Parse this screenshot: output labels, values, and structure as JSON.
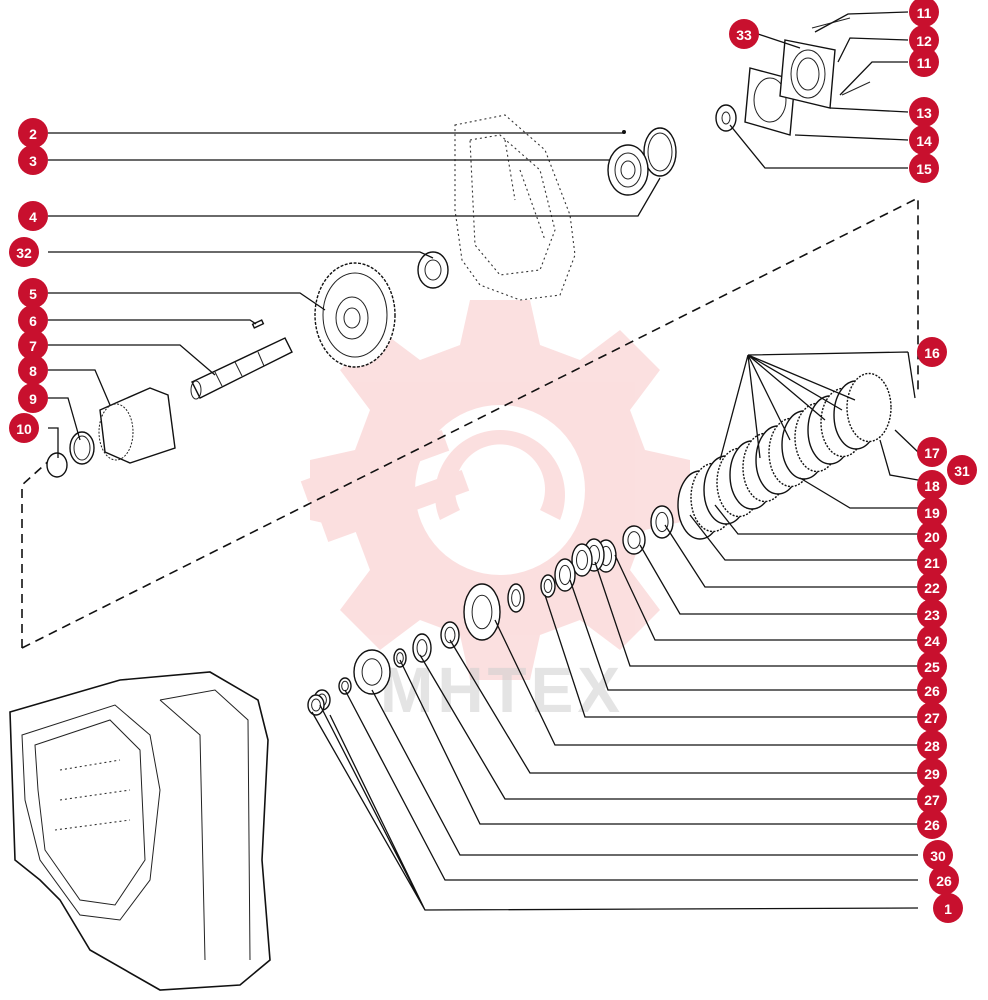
{
  "watermark": {
    "text": "MHTEX",
    "color": "#f4a6a6"
  },
  "badge_color": "#c8102e",
  "callouts": [
    {
      "id": "c33",
      "label": "33"
    },
    {
      "id": "c11a",
      "label": "11"
    },
    {
      "id": "c12",
      "label": "12"
    },
    {
      "id": "c11b",
      "label": "11"
    },
    {
      "id": "c13",
      "label": "13"
    },
    {
      "id": "c14",
      "label": "14"
    },
    {
      "id": "c15",
      "label": "15"
    },
    {
      "id": "c2",
      "label": "2"
    },
    {
      "id": "c3",
      "label": "3"
    },
    {
      "id": "c4",
      "label": "4"
    },
    {
      "id": "c32",
      "label": "32"
    },
    {
      "id": "c5",
      "label": "5"
    },
    {
      "id": "c6",
      "label": "6"
    },
    {
      "id": "c7",
      "label": "7"
    },
    {
      "id": "c8",
      "label": "8"
    },
    {
      "id": "c9",
      "label": "9"
    },
    {
      "id": "c10",
      "label": "10"
    },
    {
      "id": "c16",
      "label": "16"
    },
    {
      "id": "c17",
      "label": "17"
    },
    {
      "id": "c31",
      "label": "31"
    },
    {
      "id": "c18",
      "label": "18"
    },
    {
      "id": "c19",
      "label": "19"
    },
    {
      "id": "c20",
      "label": "20"
    },
    {
      "id": "c21",
      "label": "21"
    },
    {
      "id": "c22",
      "label": "22"
    },
    {
      "id": "c23",
      "label": "23"
    },
    {
      "id": "c24",
      "label": "24"
    },
    {
      "id": "c25",
      "label": "25"
    },
    {
      "id": "c26a",
      "label": "26"
    },
    {
      "id": "c27a",
      "label": "27"
    },
    {
      "id": "c28",
      "label": "28"
    },
    {
      "id": "c29",
      "label": "29"
    },
    {
      "id": "c27b",
      "label": "27"
    },
    {
      "id": "c26b",
      "label": "26"
    },
    {
      "id": "c30",
      "label": "30"
    },
    {
      "id": "c26c",
      "label": "26"
    },
    {
      "id": "c1",
      "label": "1"
    }
  ]
}
